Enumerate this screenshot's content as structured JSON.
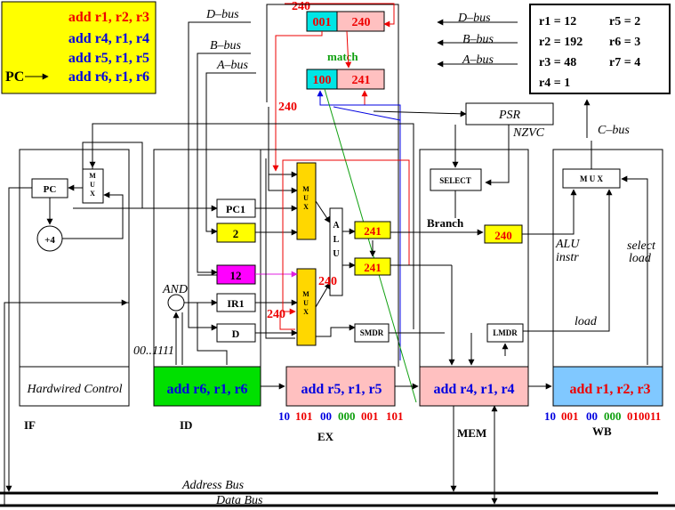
{
  "program": [
    "add r1, r2, r3",
    "add r4, r1, r4",
    "add r5, r1, r5",
    "add r6, r1, r6"
  ],
  "registers": {
    "r1": "r1 = 12",
    "r2": "r2 = 192",
    "r3": "r3 = 48",
    "r4": "r4 = 1",
    "r5": "r5 = 2",
    "r6": "r6 = 3",
    "r7": "r7 = 4"
  },
  "forwarding": {
    "dest_reg": "001",
    "dest_value": "240",
    "src_reg": "100",
    "src_value": "241",
    "match": "match",
    "wb_value": "240",
    "forward_value": "240"
  },
  "labels": {
    "pc_pointer": "PC",
    "d_bus": "D–bus",
    "b_bus": "B–bus",
    "a_bus": "A–bus",
    "c_bus": "C–bus",
    "psr": "PSR",
    "nzvc": "NZVC",
    "pc": "PC",
    "plus_four": "+4",
    "control": "Hardwired Control",
    "and": "AND",
    "mask": "00..1111",
    "address_bus": "Address Bus",
    "data_bus": "Data Bus"
  },
  "id": {
    "pc1": "PC1",
    "b_value": "2",
    "a_value": "12",
    "ir1": "IR1",
    "d": "D"
  },
  "ex": {
    "alu_out": "241",
    "mux_value": "240",
    "smdr": "SMDR"
  },
  "mem": {
    "select": "SELECT",
    "branch": "Branch",
    "alu_value": "240",
    "lmdr": "LMDR"
  },
  "wb": {
    "mux": "M U X",
    "alu": "ALU",
    "instr": "instr",
    "select": "select",
    "load": "load"
  },
  "pipeline": {
    "id": "add r6, r1, r6",
    "ex": "add r5, r1, r5",
    "mem": "add r4, r1, r4",
    "wb": "add r1, r2, r3"
  },
  "encoding": {
    "ex": [
      "10",
      "101",
      "00",
      "000",
      "001",
      "101"
    ],
    "wb": [
      "10",
      "001",
      "00",
      "000",
      "010011"
    ]
  },
  "stages": {
    "if": "IF",
    "id": "ID",
    "ex": "EX",
    "mem": "MEM",
    "wb": "WB"
  }
}
